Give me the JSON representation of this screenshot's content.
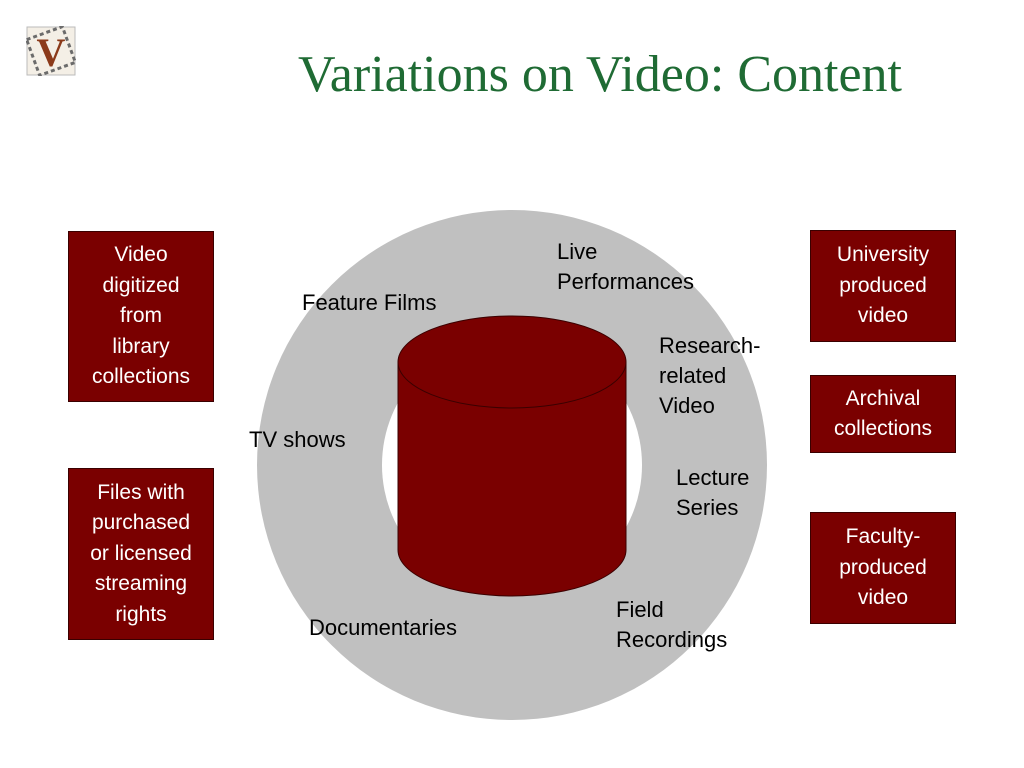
{
  "slide": {
    "title": "Variations on Video: Content",
    "logo_letter": "V",
    "colors": {
      "title": "#1f6b34",
      "box_fill": "#7a0000",
      "cylinder_fill": "#7a0000",
      "ring_fill": "#c0c0c0"
    }
  },
  "ring_labels": {
    "live_performances": "Live\nPerformances",
    "feature_films": "Feature Films",
    "research_related": "Research-\nrelated\nVideo",
    "tv_shows": "TV shows",
    "lecture_series": "Lecture\nSeries",
    "field_recordings": "Field\nRecordings",
    "documentaries": "Documentaries"
  },
  "left_boxes": {
    "digitized": "Video\ndigitized\nfrom\nlibrary\ncollections",
    "licensed": "Files with\npurchased\nor licensed\nstreaming\nrights"
  },
  "right_boxes": {
    "university": "University\nproduced\nvideo",
    "archival": "Archival\ncollections",
    "faculty": "Faculty-\nproduced\nvideo"
  }
}
